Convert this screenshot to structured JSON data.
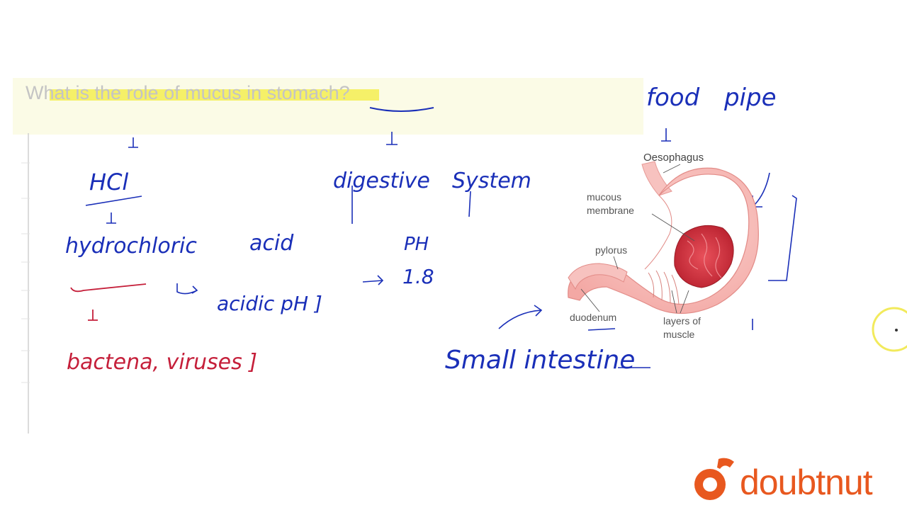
{
  "question": "What is the role of mucus in stomach?",
  "notes": {
    "hcl": "HCl",
    "hydrochloric": "hydrochloric",
    "acid": "acid",
    "acidic_ph": "acidic pH ]",
    "bacteria_viruses": "bactena,   viruses ]",
    "digestive": "digestive",
    "system": "System",
    "ph": "PH",
    "ph_value": "1.8",
    "food_pipe": "food pipe",
    "small_intestine": "Small   intestine"
  },
  "diagram": {
    "labels": {
      "oesophagus": "Oesophagus",
      "mucous_membrane_1": "mucous",
      "mucous_membrane_2": "membrane",
      "pylorus": "pylorus",
      "duodenum": "duodenum",
      "layers_1": "layers of",
      "layers_2": "muscle"
    }
  },
  "brand": {
    "name": "doubtnut"
  },
  "colors": {
    "ink_blue": "#1a2fb8",
    "ink_red": "#c51f3a",
    "highlight": "#f4ee5a",
    "brand": "#e8581f"
  }
}
